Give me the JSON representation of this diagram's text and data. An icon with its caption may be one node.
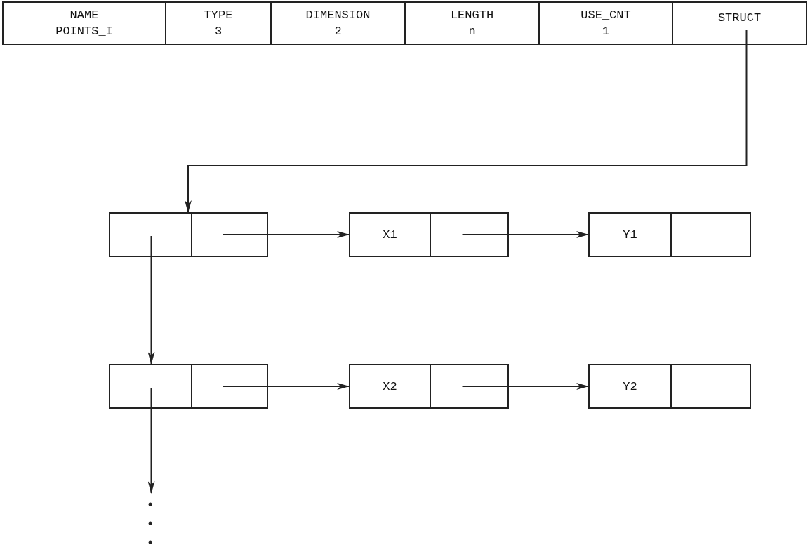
{
  "diagram": {
    "nodes": [
      {
        "text": [
          "NAME",
          "POINTS_I"
        ]
      },
      {
        "text": [
          "TYPE",
          "3"
        ]
      },
      {
        "text": [
          "DIMENSION",
          "2"
        ]
      },
      {
        "text": [
          "LENGTH",
          "n"
        ]
      },
      {
        "text": [
          "USE_CNT",
          "1"
        ]
      },
      {
        "text": [
          "STRUCT"
        ]
      },
      {
        "text": [],
        "shape": "box"
      },
      {
        "text": [],
        "shape": "box"
      },
      {
        "text": [
          "X1"
        ]
      },
      {
        "text": [],
        "shape": "box"
      },
      {
        "text": [
          "Y1"
        ]
      },
      {
        "text": [],
        "shape": "box"
      },
      {
        "text": [],
        "shape": "box"
      },
      {
        "text": [],
        "shape": "box"
      },
      {
        "text": [
          "X2"
        ]
      },
      {
        "text": [],
        "shape": "box"
      },
      {
        "text": [
          "Y2"
        ]
      },
      {
        "text": [],
        "shape": "box"
      }
    ],
    "edges": [
      {
        "from": 5,
        "to": 6,
        "arrow": "to"
      },
      {
        "from": 7,
        "to": 8,
        "arrow": "to"
      },
      {
        "from": 9,
        "to": 10,
        "arrow": "to"
      },
      {
        "from": 6,
        "to": 12,
        "arrow": "to"
      },
      {
        "from": 13,
        "to": 14,
        "arrow": "to"
      },
      {
        "from": 15,
        "to": 16,
        "arrow": "to"
      },
      {
        "from": 12,
        "to": null,
        "arrow": "to"
      }
    ]
  }
}
